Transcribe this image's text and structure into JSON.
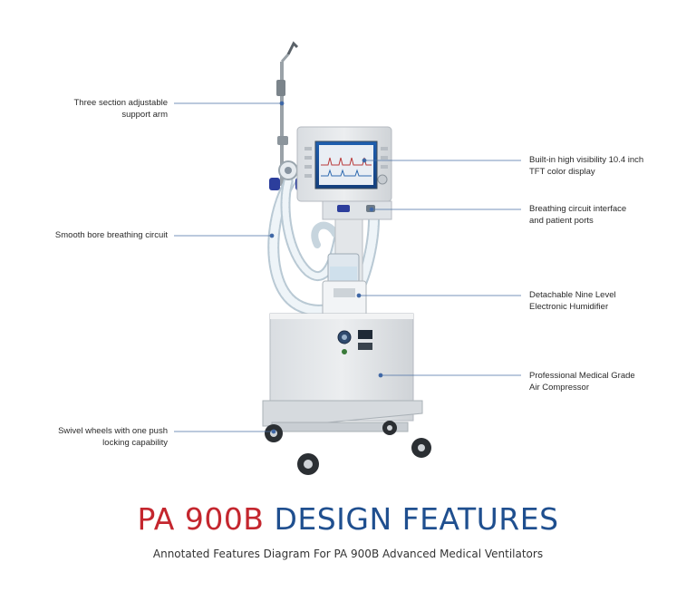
{
  "annotations": {
    "support_arm": [
      "Three section adjustable",
      "support arm"
    ],
    "breathing_circuit": [
      "Smooth bore breathing circuit"
    ],
    "swivel_wheels": [
      "Swivel wheels with one push",
      "locking capability"
    ],
    "display": [
      "Built-in high visibility 10.4 inch",
      "TFT color display"
    ],
    "circuit_interface": [
      "Breathing circuit interface",
      "and patient ports"
    ],
    "humidifier": [
      "Detachable Nine Level",
      "Electronic Humidifier"
    ],
    "compressor": [
      "Professional Medical Grade",
      "Air Compressor"
    ]
  },
  "title": {
    "model": "PA 900B",
    "rest": "DESIGN FEATURES"
  },
  "subtitle": "Annotated Features Diagram For PA 900B Advanced Medical Ventilators",
  "colors": {
    "leader_line": "#4a6fa5",
    "title_red": "#c4262e",
    "title_blue": "#1f4f8f"
  }
}
